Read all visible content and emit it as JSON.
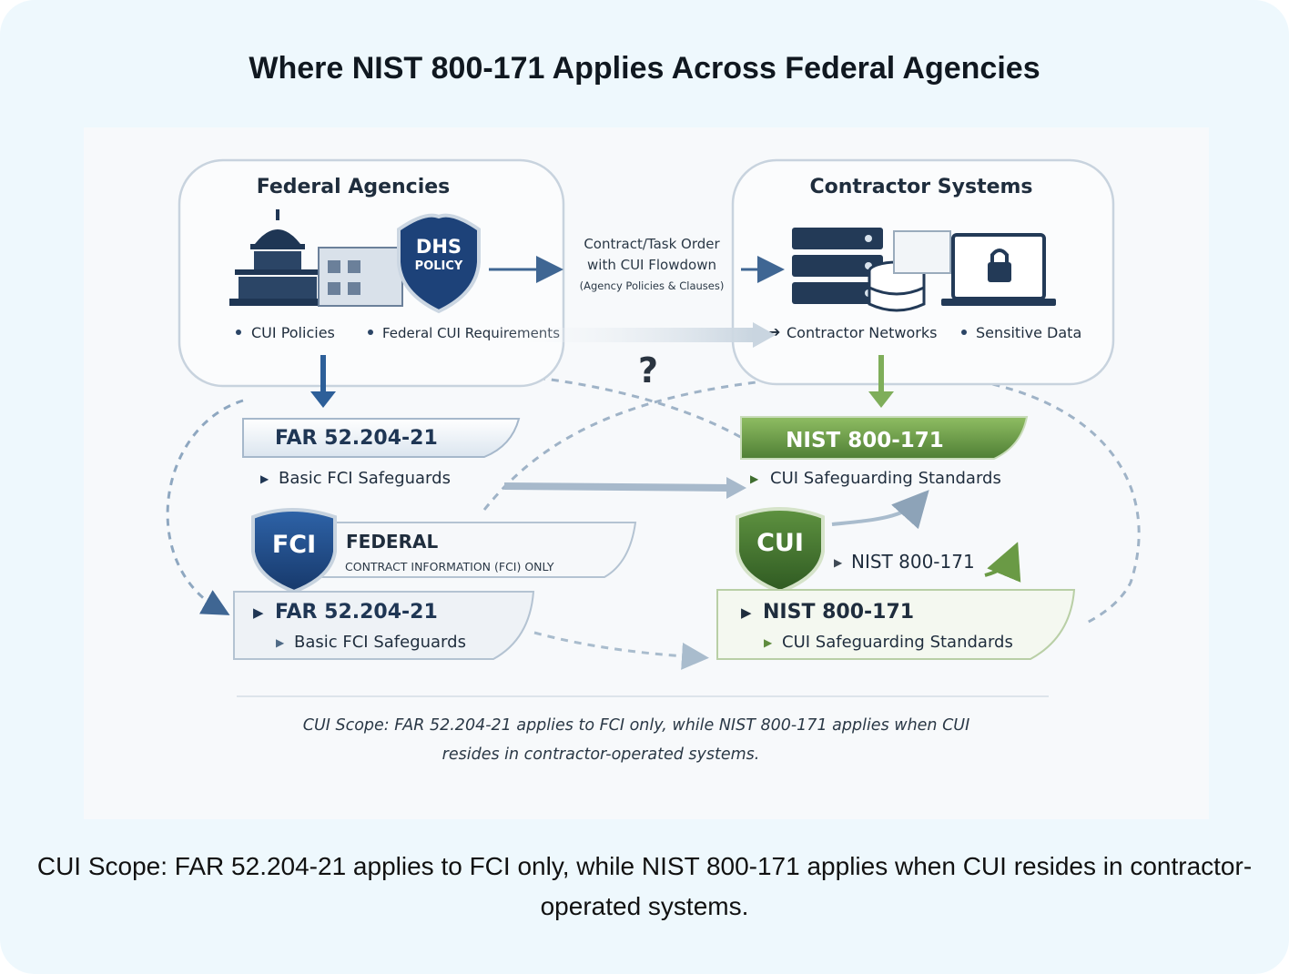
{
  "page": {
    "title": "Where NIST 800-171 Applies Across Federal Agencies",
    "caption": "CUI Scope: FAR 52.204-21 applies to FCI only, while NIST 800-171 applies when CUI resides in contractor-operated systems."
  },
  "diagram": {
    "agencies": {
      "heading": "Federal Agencies",
      "shield_line1": "DHS",
      "shield_line2": "POLICY",
      "bullet1": "CUI Policies",
      "bullet2": "Federal CUI Requirements"
    },
    "flow": {
      "line1": "Contract/Task Order",
      "line2": "with CUI Flowdown",
      "line3": "(Agency Policies & Clauses)",
      "question": "?"
    },
    "contractor": {
      "heading": "Contractor Systems",
      "bullet1": "Contractor Networks",
      "bullet2": "Sensitive Data"
    },
    "far_banner": {
      "label": "FAR 52.204-21",
      "sub": "Basic FCI Safeguards"
    },
    "nist_banner": {
      "label": "NIST 800-171",
      "sub": "CUI Safeguarding Standards"
    },
    "fci": {
      "badge": "FCI",
      "line1": "FEDERAL",
      "line2": "CONTRACT INFORMATION  (FCI) ONLY"
    },
    "far_box": {
      "label": "FAR 52.204-21",
      "sub": "Basic FCI Safeguards"
    },
    "cui": {
      "badge": "CUI",
      "arrow_label": "NIST 800-171"
    },
    "nist_box": {
      "label": "NIST 800-171",
      "sub": "CUI Safeguarding Standards"
    },
    "scope_note": {
      "line1": "CUI Scope: FAR 52.204-21 applies to FCI only, while NIST 800-171 applies when CUI",
      "line2": "resides in contractor-operated systems."
    }
  },
  "colors": {
    "card_background": "#eef8fd",
    "navy": "#1f3f73",
    "fci_blue": "#245494",
    "green_dark": "#3f6e2f",
    "green_light": "#7fae5a"
  }
}
